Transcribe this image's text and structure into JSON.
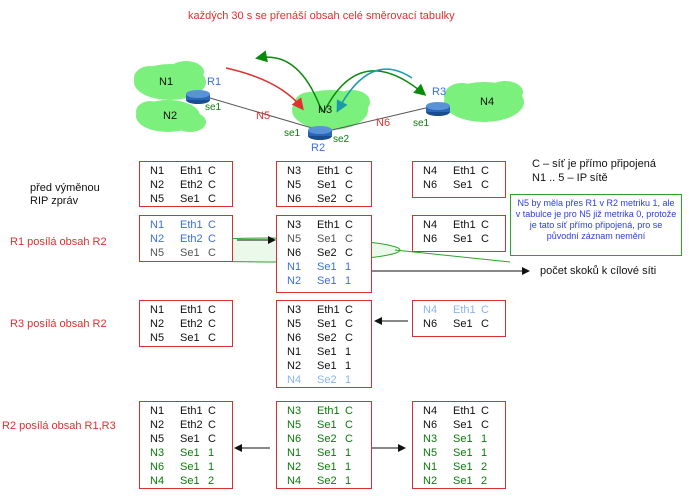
{
  "title": "každých 30 s se přenáší obsah celé směrovací tabulky",
  "colors": {
    "red": "#e03030",
    "green": "#0a8a0a",
    "blue": "#3a6fe0",
    "cloud": "#7cf07c",
    "router": "#2a66b8"
  },
  "topology": {
    "clouds": [
      "N1",
      "N2",
      "N3",
      "N4"
    ],
    "routers": [
      "R1",
      "R2",
      "R3"
    ],
    "interfaces": {
      "r1_se1": "se1",
      "r2_se1": "se1",
      "r2_se2": "se2",
      "r3_se1": "se1"
    },
    "links": [
      "N5",
      "N6"
    ]
  },
  "legend": {
    "line1": "C – síť je přímo připojená",
    "line2": "N1 .. 5 – IP sítě"
  },
  "stages": {
    "before": "před výměnou\nRIP zpráv",
    "r1_to_r2": "R1 posílá obsah R2",
    "r3_to_r2": "R3 posílá obsah R2",
    "r2_to_all": "R2 posílá obsah R1,R3"
  },
  "note": "N5 by měla přes R1 v R2 metriku 1, ale v tabulce je pro N5 již metrika  0, protože je tato síť přímo připojená, pro se původní záznam nemění",
  "hop_label": "počet skoků k cílové síti",
  "tables": {
    "before_r1": [
      [
        "N1",
        "Eth1",
        "C"
      ],
      [
        "N2",
        "Eth2",
        "C"
      ],
      [
        "N5",
        "Se1",
        "C"
      ]
    ],
    "before_r2": [
      [
        "N3",
        "Eth1",
        "C"
      ],
      [
        "N5",
        "Se1",
        "C"
      ],
      [
        "N6",
        "Se2",
        "C"
      ]
    ],
    "before_r3": [
      [
        "N4",
        "Eth1",
        "C"
      ],
      [
        "N6",
        "Se1",
        "C"
      ]
    ],
    "s1_r1": [
      [
        "N1",
        "Eth1",
        "C"
      ],
      [
        "N2",
        "Eth2",
        "C"
      ],
      [
        "N5",
        "Se1",
        "C"
      ]
    ],
    "s1_r2": [
      [
        "N3",
        "Eth1",
        "C"
      ],
      [
        "N5",
        "Se1",
        "C"
      ],
      [
        "N6",
        "Se2",
        "C"
      ],
      [
        "N1",
        "Se1",
        "1"
      ],
      [
        "N2",
        "Se1",
        "1"
      ]
    ],
    "s1_r3": [
      [
        "N4",
        "Eth1",
        "C"
      ],
      [
        "N6",
        "Se1",
        "C"
      ]
    ],
    "s2_r1": [
      [
        "N1",
        "Eth1",
        "C"
      ],
      [
        "N2",
        "Eth2",
        "C"
      ],
      [
        "N5",
        "Se1",
        "C"
      ]
    ],
    "s2_r2": [
      [
        "N3",
        "Eth1",
        "C"
      ],
      [
        "N5",
        "Se1",
        "C"
      ],
      [
        "N6",
        "Se2",
        "C"
      ],
      [
        "N1",
        "Se1",
        "1"
      ],
      [
        "N2",
        "Se1",
        "1"
      ],
      [
        "N4",
        "Se2",
        "1"
      ]
    ],
    "s2_r3": [
      [
        "N4",
        "Eth1",
        "C"
      ],
      [
        "N6",
        "Se1",
        "C"
      ]
    ],
    "s3_r1": [
      [
        "N1",
        "Eth1",
        "C"
      ],
      [
        "N2",
        "Eth2",
        "C"
      ],
      [
        "N5",
        "Se1",
        "C"
      ],
      [
        "N3",
        "Se1",
        "1"
      ],
      [
        "N6",
        "Se1",
        "1"
      ],
      [
        "N4",
        "Se1",
        "2"
      ]
    ],
    "s3_r2": [
      [
        "N3",
        "Eth1",
        "C"
      ],
      [
        "N5",
        "Se1",
        "C"
      ],
      [
        "N6",
        "Se2",
        "C"
      ],
      [
        "N1",
        "Se1",
        "1"
      ],
      [
        "N2",
        "Se1",
        "1"
      ],
      [
        "N4",
        "Se2",
        "1"
      ]
    ],
    "s3_r3": [
      [
        "N4",
        "Eth1",
        "C"
      ],
      [
        "N6",
        "Se1",
        "C"
      ],
      [
        "N3",
        "Se1",
        "1"
      ],
      [
        "N5",
        "Se1",
        "1"
      ],
      [
        "N1",
        "Se1",
        "2"
      ],
      [
        "N2",
        "Se1",
        "2"
      ]
    ]
  }
}
